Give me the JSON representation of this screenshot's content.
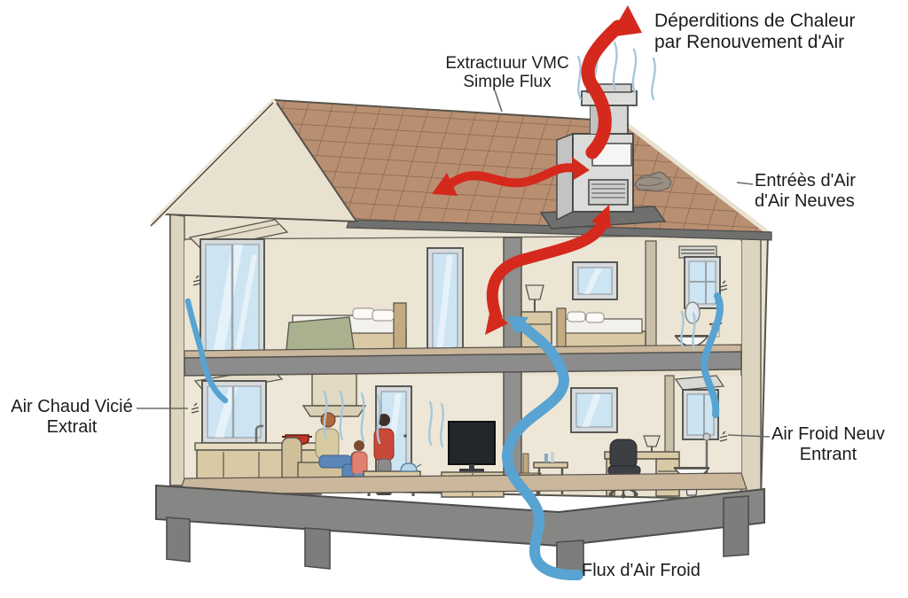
{
  "labels": {
    "heat_loss": {
      "line1": "Déperditions de Chaleur",
      "line2": "par Renouvement d'Air"
    },
    "extractor": {
      "line1": "Extractıuur VMC",
      "line2": "Simple Flux"
    },
    "air_inlets": {
      "line1": "Entréès d'Air",
      "line2": "d'Air Neuves"
    },
    "warm_air_out": {
      "line1": "Air Chaud Vicié",
      "line2": "Extrait"
    },
    "cold_air_in": {
      "line1": "Air Froid Neuv",
      "line2": "Entrant"
    },
    "cold_flux": {
      "line1": "Flux d'Air Froid"
    }
  },
  "colors": {
    "hot_air_red": "#d5291d",
    "cold_air_blue": "#58a3d1",
    "steam_blue": "#a6c8dc",
    "roof_tile": "#b98f72",
    "wall_cream": "#e9e2d0",
    "structure_gray": "#8c8c8c",
    "text": "#1c1c1c"
  }
}
